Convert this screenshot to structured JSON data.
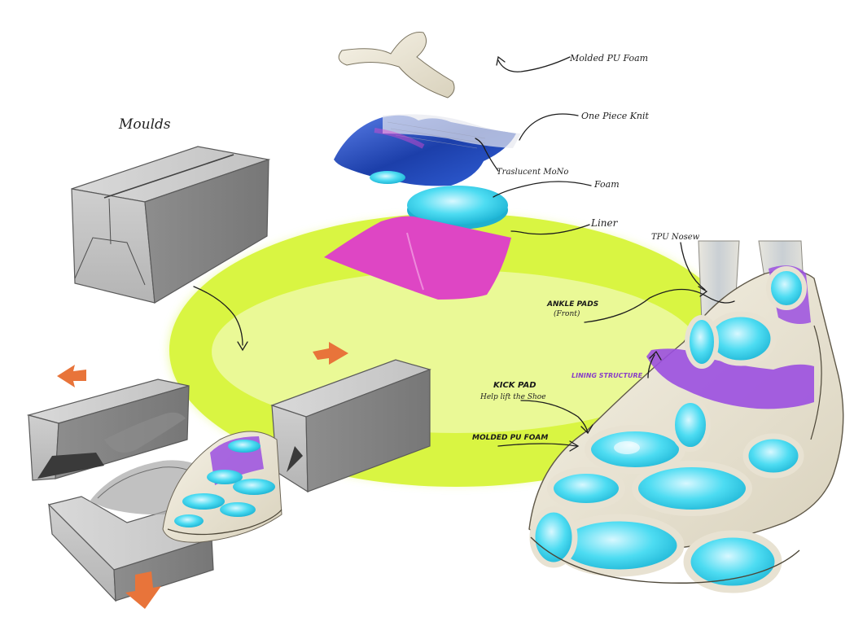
{
  "title": "Moulds",
  "labels": {
    "molded_pu_foam_top": "Molded PU Foam",
    "one_piece_knit": "One Piece Knit",
    "translucent_mono": "Traslucent MoNo",
    "foam": "Foam",
    "liner": "Liner",
    "tpu_nosew": "TPU Nosew",
    "ankle_pads_line1": "ANKLE PADS",
    "ankle_pads_line2": "(Front)",
    "lining_structure": "LINING STRUCTURE",
    "kick_pad_line1": "KICK PAD",
    "kick_pad_line2": "Help lift the Shoe",
    "molded_pu_foam_bottom": "MOLDED PU FOAM"
  },
  "colors": {
    "lime_ring": "#d9f542",
    "cyan_pad": "#33d6ee",
    "magenta_liner": "#de46c4",
    "royal_blue_knit": "#2246b8",
    "purple_accent": "#9b4fe0",
    "orange_arrow": "#e8743a",
    "mould_grey": "#9a9a9a",
    "foam_cream": "#ece6d6",
    "lining_text": "#8a3fc8"
  },
  "icons": [
    "arrow-left-icon",
    "arrow-right-icon",
    "arrow-down-icon",
    "curved-arrow-icon"
  ]
}
